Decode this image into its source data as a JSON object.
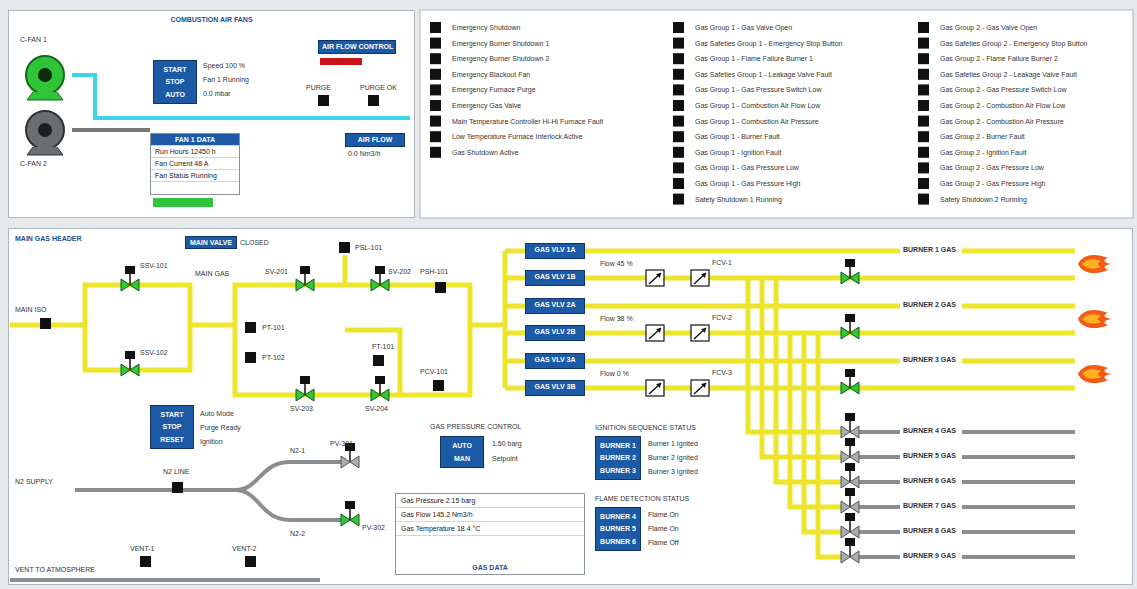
{
  "diagram": {
    "nodes": [
      {
        "text": [
          "COMBUSTION AIR FANS"
        ]
      },
      {
        "text": [
          "START",
          "STOP",
          "AUTO"
        ],
        "in": 0
      },
      {
        "text": [
          "AIR FLOW CONTROL"
        ],
        "in": 0
      },
      {
        "text": [
          "FAN 1 DATA",
          "Run Hours 12450 h",
          "Fan Current 48 A",
          "Fan Status Running"
        ],
        "in": 0
      },
      {
        "text": [
          "AIR FLOW"
        ],
        "in": 0
      },
      {
        "text": [
          "MAIN GAS HEADER"
        ]
      },
      {
        "text": [
          "MAIN VALVE"
        ],
        "in": 5
      },
      {
        "text": [
          "GAS VLV 1A"
        ],
        "in": 5
      },
      {
        "text": [
          "GAS VLV 1B"
        ],
        "in": 5
      },
      {
        "text": [
          "GAS VLV 2A"
        ],
        "in": 5
      },
      {
        "text": [
          "GAS VLV 2B"
        ],
        "in": 5
      },
      {
        "text": [
          "GAS VLV 3A"
        ],
        "in": 5
      },
      {
        "text": [
          "GAS VLV 3B"
        ],
        "in": 5
      },
      {
        "text": [
          "START",
          "STOP",
          "RESET"
        ],
        "in": 5
      },
      {
        "text": [
          "AUTO",
          "MAN"
        ],
        "in": 5
      },
      {
        "text": [
          "BURNER 1",
          "BURNER 2",
          "BURNER 3"
        ],
        "in": 5
      },
      {
        "text": [
          "BURNER 4",
          "BURNER 5",
          "BURNER 6"
        ],
        "in": 5
      },
      {
        "text": [
          "Gas Pressure 2.15 barg",
          "Gas Flow 145.2 Nm3/h",
          "Gas Temperature 18.4 °C",
          "GAS DATA"
        ],
        "in": 5
      },
      {
        "text": [
          "BURNER 1 GAS"
        ],
        "in": 5
      },
      {
        "text": [
          "BURNER 2 GAS"
        ],
        "in": 5
      },
      {
        "text": [
          "BURNER 3 GAS"
        ],
        "in": 5
      },
      {
        "text": [
          "BURNER 4 GAS"
        ],
        "in": 5
      },
      {
        "text": [
          "BURNER 5 GAS"
        ],
        "in": 5
      },
      {
        "text": [
          "BURNER 6 GAS"
        ],
        "in": 5
      },
      {
        "text": [
          "BURNER 7 GAS"
        ],
        "in": 5
      },
      {
        "text": [
          "BURNER 8 GAS"
        ],
        "in": 5
      },
      {
        "text": [
          "BURNER 9 GAS"
        ],
        "in": 5
      }
    ],
    "edges": [
      {
        "from": 7,
        "to": 18,
        "arrow": "none"
      },
      {
        "from": 9,
        "to": 19,
        "arrow": "none"
      },
      {
        "from": 11,
        "to": 20,
        "arrow": "none"
      }
    ],
    "labels": [
      "Emergency Shutdown",
      "Emergency Burner Shutdown 1",
      "Emergency Burner Shutdown 2",
      "Emergency Blackout Fan",
      "Emergency Furnace Purge",
      "Emergency Gas Valve",
      "Main Temperature Controller Hi-Hi Furnace Fault",
      "Low Temperature Furnace Interlock Active",
      "Gas Shutdown Active",
      "Gas Group 1 - Gas Valve Open",
      "Gas Safeties Group 1 - Emergency Stop Button",
      "Gas Group 1 - Flame Failure Burner 1",
      "Gas Safeties Group 1 - Leakage Valve Fault",
      "Gas Group 1 - Gas Pressure Switch Low",
      "Gas Group 1 - Combustion Air Flow Low",
      "Gas Group 1 - Combustion Air Pressure",
      "Gas Group 1 - Burner Fault",
      "Gas Group 1 - Ignition Fault",
      "Gas Group 1 - Gas Pressure Low",
      "Gas Group 1 - Gas Pressure High",
      "Safety Shutdown 1 Running",
      "Gas Group 2 - Gas Valve Open",
      "Gas Safeties Group 2 - Emergency Stop Button",
      "Gas Group 2 - Flame Failure Burner 2",
      "Gas Safeties Group 2 - Leakage Valve Fault",
      "Gas Group 2 - Gas Pressure Switch Low",
      "Gas Group 2 - Combustion Air Flow Low",
      "Gas Group 2 - Combustion Air Pressure",
      "Gas Group 2 - Burner Fault",
      "Gas Group 2 - Ignition Fault",
      "Gas Group 2 - Gas Pressure Low",
      "Gas Group 2 - Gas Pressure High",
      "Safety Shutdown 2 Running",
      "C-FAN 1",
      "C-FAN 2",
      "Speed 100 %",
      "Fan 1 Running",
      "0.0 mbar",
      "PURGE",
      "PURGE OK",
      "0.0 Nm3/h",
      "CLOSED",
      "MAIN GAS",
      "MAIN ISO",
      "SSV-101",
      "SSV-102",
      "SV-201",
      "SV-202",
      "PSL-101",
      "PSH-101",
      "PT-101",
      "PT-102",
      "FT-101",
      "PCV-101",
      "SV-203",
      "SV-204",
      "Flow 45 %",
      "Flow 38 %",
      "Flow 0 %",
      "FCV-1",
      "FCV-2",
      "FCV-3",
      "Auto Mode",
      "Purge Ready",
      "Ignition",
      "N2 LINE",
      "N2 SUPPLY",
      "N2-1",
      "N2-2",
      "PV-301",
      "PV-302",
      "VENT-1",
      "VENT-2",
      "VENT TO ATMOSPHERE",
      "GAS PRESSURE CONTROL",
      "1.50 barg",
      "Setpoint",
      "IGNITION SEQUENCE STATUS",
      "Burner 1 Ignited",
      "Burner 2 Ignited",
      "Burner 3 Ignited",
      "FLAME DETECTION STATUS",
      "Flame On",
      "Flame On",
      "Flame Off"
    ]
  }
}
